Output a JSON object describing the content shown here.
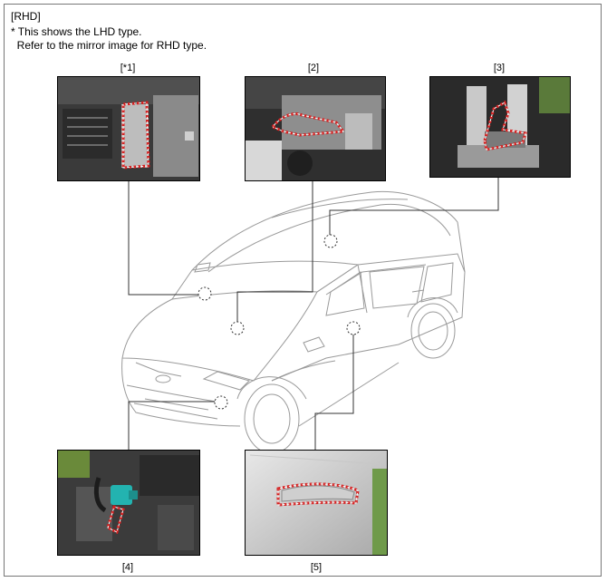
{
  "header": {
    "tag": "[RHD]",
    "note_line1": "* This shows the LHD type.",
    "note_line2": "  Refer to the mirror image for RHD type."
  },
  "labels": {
    "p1": "[*1]",
    "p2": "[2]",
    "p3": "[3]",
    "p4": "[4]",
    "p5": "[5]"
  },
  "colors": {
    "highlight": "#d42020",
    "leader": "#333333",
    "car_outline": "#9a9a9a",
    "module_teal": "#23b3b0"
  }
}
